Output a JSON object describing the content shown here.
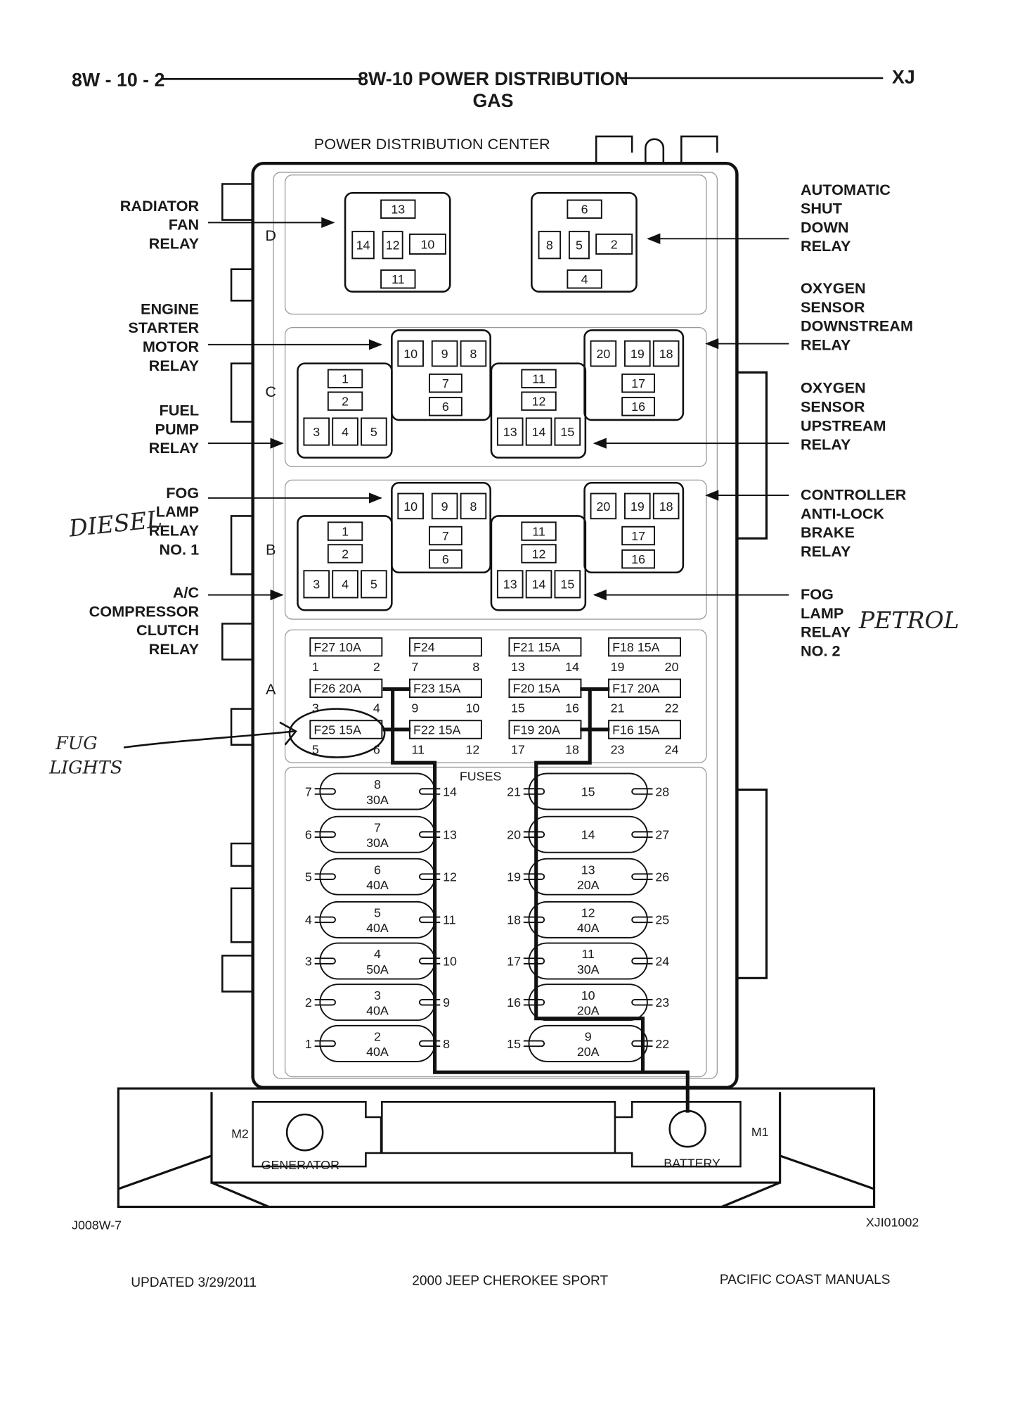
{
  "header": {
    "page_ref": "8W - 10 - 2",
    "title": "8W-10 POWER DISTRIBUTION",
    "subtitle": "GAS",
    "model": "XJ"
  },
  "pdc_title": "POWER DISTRIBUTION CENTER",
  "sections": [
    "D",
    "C",
    "B",
    "A"
  ],
  "left_labels": [
    {
      "lines": [
        "RADIATOR",
        "FAN",
        "RELAY"
      ]
    },
    {
      "lines": [
        "ENGINE",
        "STARTER",
        "MOTOR",
        "RELAY"
      ]
    },
    {
      "lines": [
        "FUEL",
        "PUMP",
        "RELAY"
      ]
    },
    {
      "lines": [
        "FOG",
        "LAMP",
        "RELAY",
        "NO. 1"
      ]
    },
    {
      "lines": [
        "A/C",
        "COMPRESSOR",
        "CLUTCH",
        "RELAY"
      ]
    }
  ],
  "right_labels": [
    {
      "lines": [
        "AUTOMATIC",
        "SHUT",
        "DOWN",
        "RELAY"
      ]
    },
    {
      "lines": [
        "OXYGEN",
        "SENSOR",
        "DOWNSTREAM",
        "RELAY"
      ]
    },
    {
      "lines": [
        "OXYGEN",
        "SENSOR",
        "UPSTREAM",
        "RELAY"
      ]
    },
    {
      "lines": [
        "CONTROLLER",
        "ANTI-LOCK",
        "BRAKE",
        "RELAY"
      ]
    },
    {
      "lines": [
        "FOG",
        "LAMP",
        "RELAY",
        "NO. 2"
      ]
    }
  ],
  "relays_d": [
    [
      "13",
      "14",
      "12",
      "10",
      "11"
    ],
    [
      "6",
      "8",
      "5",
      "2",
      "4"
    ]
  ],
  "relays_cb": {
    "top_left": [
      "10",
      "9",
      "8",
      "7",
      "6"
    ],
    "bottom_left": [
      "1",
      "2",
      "3",
      "4",
      "5"
    ],
    "bottom_right": [
      "11",
      "12",
      "13",
      "14",
      "15"
    ],
    "top_right": [
      "20",
      "19",
      "18",
      "17",
      "16"
    ]
  },
  "mini_fuses": [
    [
      {
        "label": "F27 10A",
        "pins": [
          "1",
          "2"
        ]
      },
      {
        "label": "F24",
        "pins": [
          "7",
          "8"
        ]
      },
      {
        "label": "F21 15A",
        "pins": [
          "13",
          "14"
        ]
      },
      {
        "label": "F18 15A",
        "pins": [
          "19",
          "20"
        ]
      }
    ],
    [
      {
        "label": "F26 20A",
        "pins": [
          "3",
          "4"
        ]
      },
      {
        "label": "F23 15A",
        "pins": [
          "9",
          "10"
        ]
      },
      {
        "label": "F20 15A",
        "pins": [
          "15",
          "16"
        ]
      },
      {
        "label": "F17 20A",
        "pins": [
          "21",
          "22"
        ]
      }
    ],
    [
      {
        "label": "F25 15A",
        "pins": [
          "5",
          "6"
        ]
      },
      {
        "label": "F22 15A",
        "pins": [
          "11",
          "12"
        ]
      },
      {
        "label": "F19 20A",
        "pins": [
          "17",
          "18"
        ]
      },
      {
        "label": "F16 15A",
        "pins": [
          "23",
          "24"
        ]
      }
    ]
  ],
  "fuses_label": "FUSES",
  "maxi_fuses_left": [
    {
      "num": "8",
      "amp": "30A",
      "in": "7",
      "out": "14"
    },
    {
      "num": "7",
      "amp": "30A",
      "in": "6",
      "out": "13"
    },
    {
      "num": "6",
      "amp": "40A",
      "in": "5",
      "out": "12"
    },
    {
      "num": "5",
      "amp": "40A",
      "in": "4",
      "out": "11"
    },
    {
      "num": "4",
      "amp": "50A",
      "in": "3",
      "out": "10"
    },
    {
      "num": "3",
      "amp": "40A",
      "in": "2",
      "out": "9"
    },
    {
      "num": "2",
      "amp": "40A",
      "in": "1",
      "out": "8"
    }
  ],
  "maxi_fuses_right": [
    {
      "num": "15",
      "amp": "",
      "in": "21",
      "out": "28"
    },
    {
      "num": "14",
      "amp": "",
      "in": "20",
      "out": "27"
    },
    {
      "num": "13",
      "amp": "20A",
      "in": "19",
      "out": "26"
    },
    {
      "num": "12",
      "amp": "40A",
      "in": "18",
      "out": "25"
    },
    {
      "num": "11",
      "amp": "30A",
      "in": "17",
      "out": "24"
    },
    {
      "num": "10",
      "amp": "20A",
      "in": "16",
      "out": "23"
    },
    {
      "num": "9",
      "amp": "20A",
      "in": "15",
      "out": "22"
    }
  ],
  "base": {
    "m2": "M2",
    "m1": "M1",
    "generator": "GENERATOR",
    "battery": "BATTERY"
  },
  "handwritten": {
    "diesel": "DIESEL",
    "petrol": "PETROL",
    "fog_lights_1": "FUG",
    "fog_lights_2": "LIGHTS"
  },
  "footer": {
    "left_code": "J008W-7",
    "right_code": "XJI01002",
    "updated": "UPDATED 3/29/2011",
    "vehicle": "2000 JEEP CHEROKEE SPORT",
    "publisher": "PACIFIC COAST MANUALS"
  }
}
